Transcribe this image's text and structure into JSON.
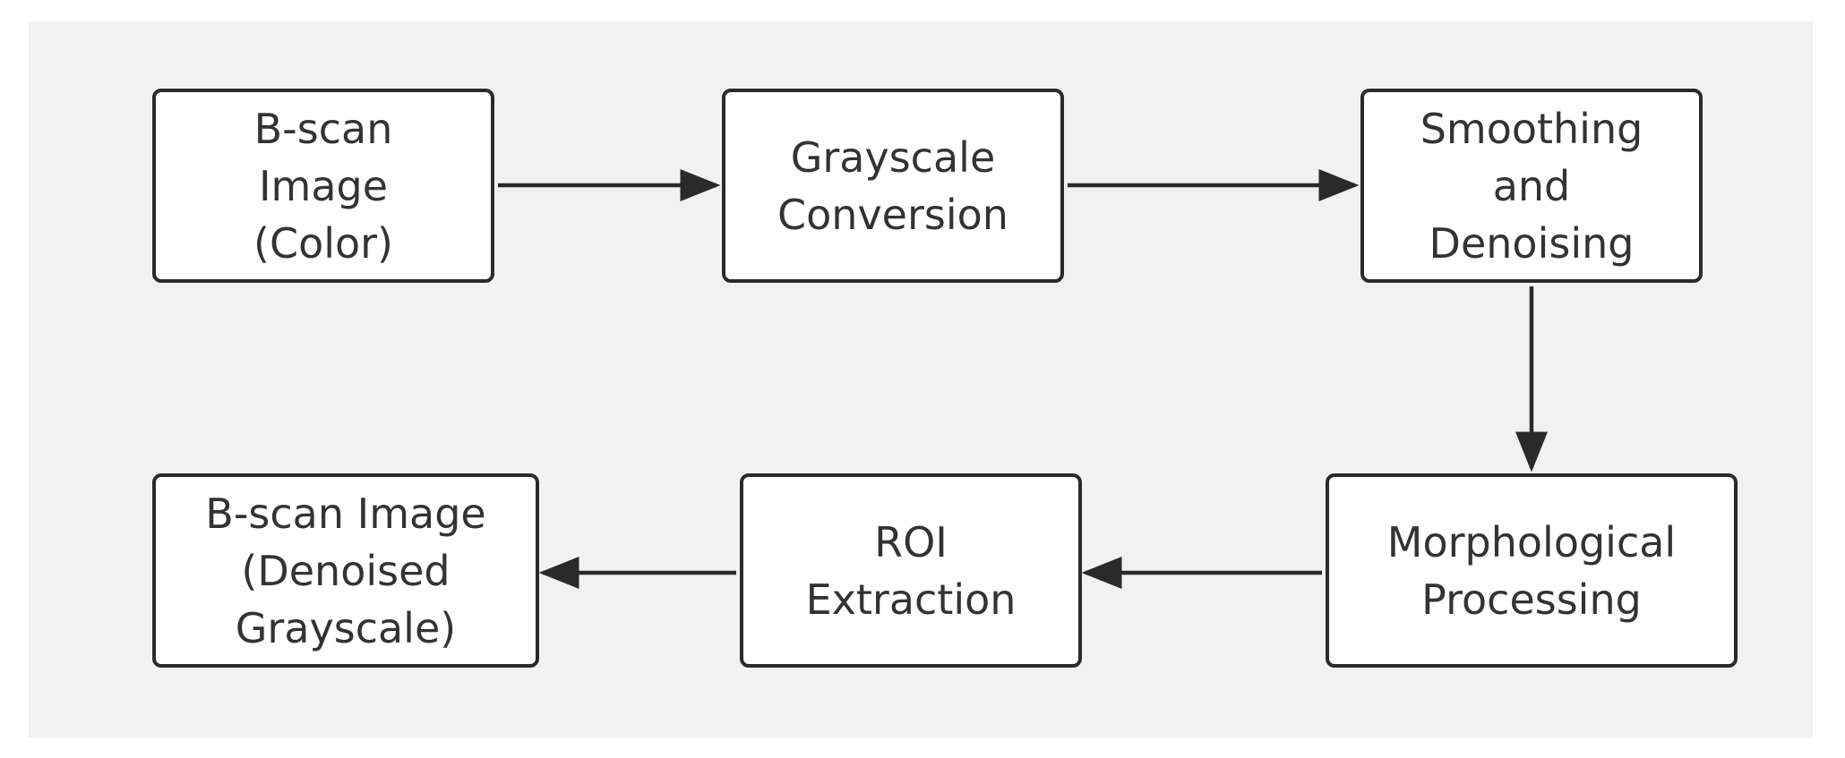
{
  "diagram": {
    "nodes": [
      {
        "id": "n1",
        "label": "B-scan\nImage\n(Color)"
      },
      {
        "id": "n2",
        "label": "Grayscale\nConversion"
      },
      {
        "id": "n3",
        "label": "Smoothing\nand\nDenoising"
      },
      {
        "id": "n4",
        "label": "Morphological\nProcessing"
      },
      {
        "id": "n5",
        "label": "ROI\nExtraction"
      },
      {
        "id": "n6",
        "label": "B-scan Image\n(Denoised\nGrayscale)"
      }
    ],
    "edges": [
      {
        "from": "n1",
        "to": "n2"
      },
      {
        "from": "n2",
        "to": "n3"
      },
      {
        "from": "n3",
        "to": "n4"
      },
      {
        "from": "n4",
        "to": "n5"
      },
      {
        "from": "n5",
        "to": "n6"
      }
    ],
    "colors": {
      "background": "#f1f1f1",
      "box_fill": "#ffffff",
      "stroke": "#2a2a2a",
      "text": "#333333"
    }
  }
}
